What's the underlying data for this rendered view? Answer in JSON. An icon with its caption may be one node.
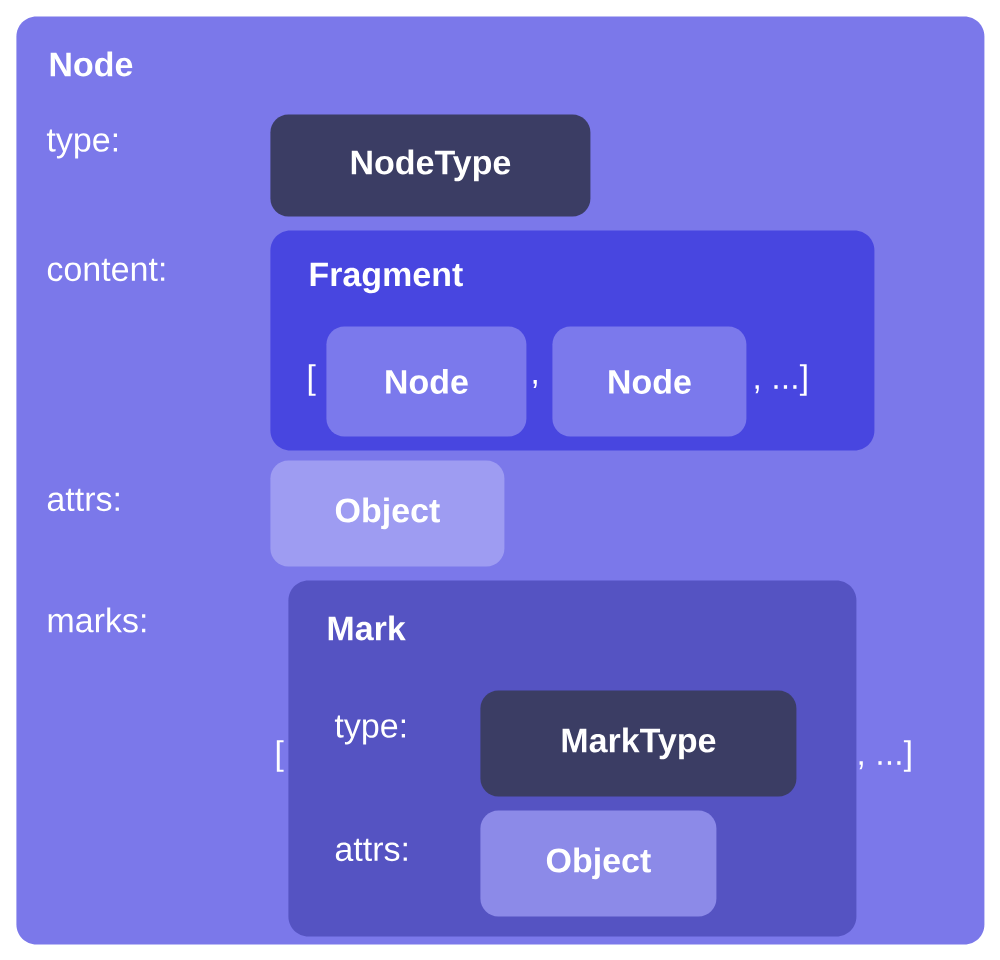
{
  "diagram": {
    "nodes": [
      {
        "text": [
          "Node"
        ]
      },
      {
        "text": [
          "NodeType"
        ],
        "in": 0
      },
      {
        "text": [
          "Fragment"
        ],
        "in": 0
      },
      {
        "text": [
          "Node"
        ],
        "in": 2
      },
      {
        "text": [
          "Node"
        ],
        "in": 2
      },
      {
        "text": [
          "Object"
        ],
        "in": 0
      },
      {
        "text": [
          "Mark"
        ],
        "in": 0
      },
      {
        "text": [
          "MarkType"
        ],
        "in": 6
      },
      {
        "text": [
          "Object"
        ],
        "in": 6
      }
    ],
    "labels": [
      "type:",
      "content:",
      "[",
      ",",
      ", ...]",
      "attrs:",
      "marks:",
      "type:",
      "[",
      ", ...]",
      "attrs:"
    ]
  }
}
